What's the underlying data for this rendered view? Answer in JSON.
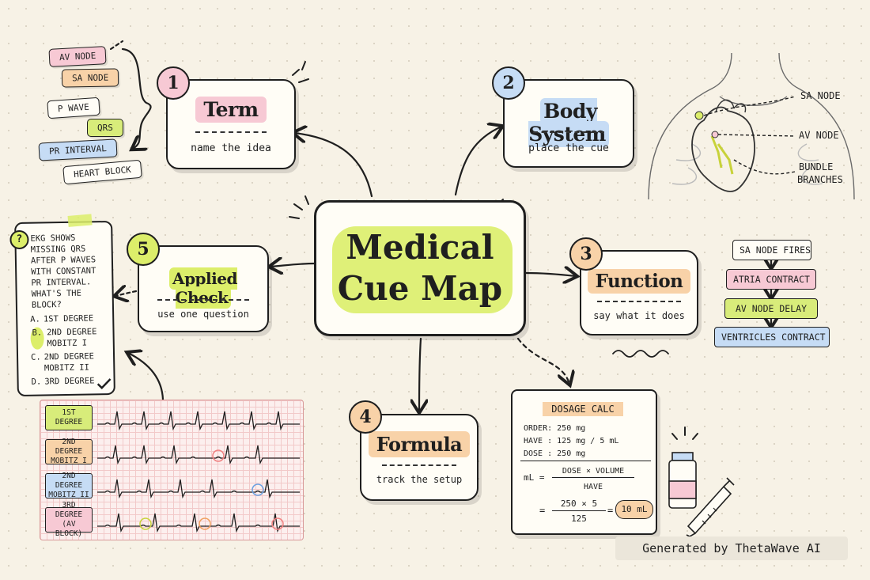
{
  "center": {
    "line1": "Medical",
    "line2": "Cue Map"
  },
  "nodes": {
    "term": {
      "number": "1",
      "title": "Term",
      "subtitle": "name the idea"
    },
    "body": {
      "number": "2",
      "title": "Body System",
      "subtitle": "place the cue"
    },
    "function": {
      "number": "3",
      "title": "Function",
      "subtitle": "say what it does"
    },
    "formula": {
      "number": "4",
      "title": "Formula",
      "subtitle": "track the setup"
    },
    "applied": {
      "number": "5",
      "title": "Applied Check",
      "subtitle": "use one question"
    }
  },
  "term_chips": [
    "AV NODE",
    "SA NODE",
    "P WAVE",
    "QRS",
    "PR INTERVAL",
    "HEART BLOCK"
  ],
  "heart_labels": [
    "SA NODE",
    "AV NODE",
    "BUNDLE",
    "BRANCHES"
  ],
  "flow": [
    "SA NODE FIRES",
    "ATRIA CONTRACT",
    "AV NODE DELAY",
    "VENTRICLES CONTRACT"
  ],
  "question": {
    "mark": "?",
    "lines": [
      "EKG SHOWS",
      "MISSING QRS",
      "AFTER P WAVES",
      "WITH CONSTANT",
      "PR INTERVAL.",
      "WHAT'S THE",
      "BLOCK?"
    ],
    "options": [
      {
        "letter": "A.",
        "text": "1ST DEGREE"
      },
      {
        "letter": "B.",
        "text": "2ND DEGREE MOBITZ I"
      },
      {
        "letter": "C.",
        "text": "2ND DEGREE MOBITZ II"
      },
      {
        "letter": "D.",
        "text": "3RD DEGREE"
      }
    ]
  },
  "ekg_rows": [
    "1ST DEGREE",
    "2ND DEGREE MOBITZ I",
    "2ND DEGREE MOBITZ II",
    "3RD DEGREE (AV BLOCK)"
  ],
  "dosage": {
    "title": "DOSAGE CALC",
    "order_label": "ORDER:",
    "order_value": "250 mg",
    "have_label": "HAVE :",
    "have_value": "125 mg / 5 mL",
    "dose_label": "DOSE :",
    "dose_value": "250 mg",
    "ml_label": "mL =",
    "numerator": "DOSE × VOLUME",
    "denominator": "HAVE",
    "eq": "=",
    "num2": "250 × 5",
    "den2": "125",
    "eq2": "=",
    "result": "10 mL"
  },
  "footer": "Generated by ThetaWave AI",
  "colors": {
    "pink": "#f7c9d4",
    "orange": "#f8d2a8",
    "green": "#d8ec7a",
    "blue": "#c6dcf5",
    "lime": "#dcee6a"
  }
}
